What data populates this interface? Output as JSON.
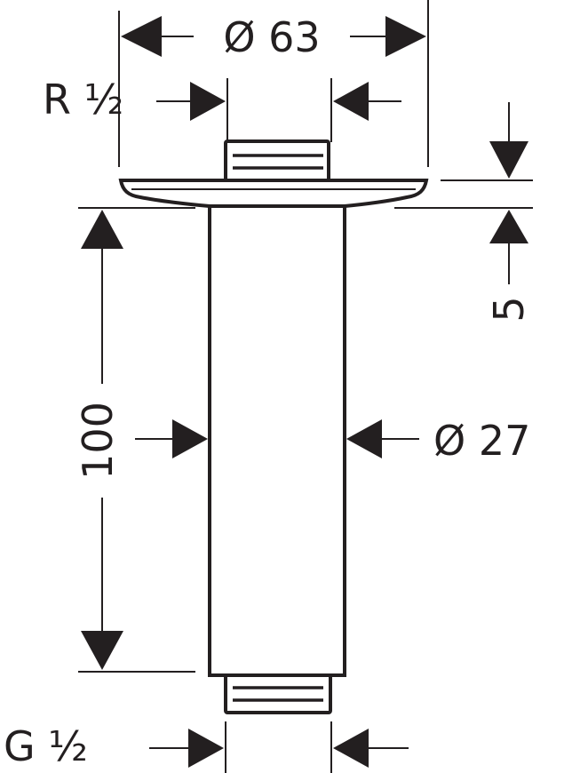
{
  "dimensions": {
    "flange_diameter": "Ø 63",
    "inlet_thread": "R ½",
    "flange_thickness": "5",
    "pipe_length": "100",
    "pipe_diameter": "Ø 27",
    "outlet_thread": "G ½"
  },
  "colors": {
    "line": "#231f20",
    "background": "#ffffff"
  }
}
